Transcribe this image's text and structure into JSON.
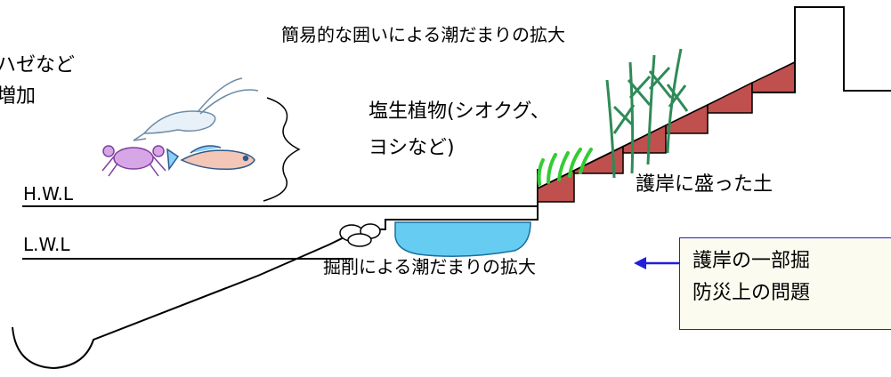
{
  "labels": {
    "enclosure_expansion": "簡易的な囲いによる潮だまりの拡大",
    "fauna_line1": "ハゼなど",
    "fauna_line2": "増加",
    "salt_plants_line1": "塩生植物(シオクグ、",
    "salt_plants_line2": "ヨシなど)",
    "hwl": "H.W.L",
    "lwl": "L.W.L",
    "embankment_soil": "護岸に盛った土",
    "excavation_expansion": "掘削による潮だまりの拡大",
    "callout_line1": "護岸の一部掘",
    "callout_line2": "防災上の問題"
  },
  "colors": {
    "soil": "#c0504d",
    "water": "#66ccf2",
    "callout_border": "#1f1fdc",
    "arrow": "#1f1fdc",
    "reed": "#2e8b57",
    "grass": "#33cc33"
  }
}
